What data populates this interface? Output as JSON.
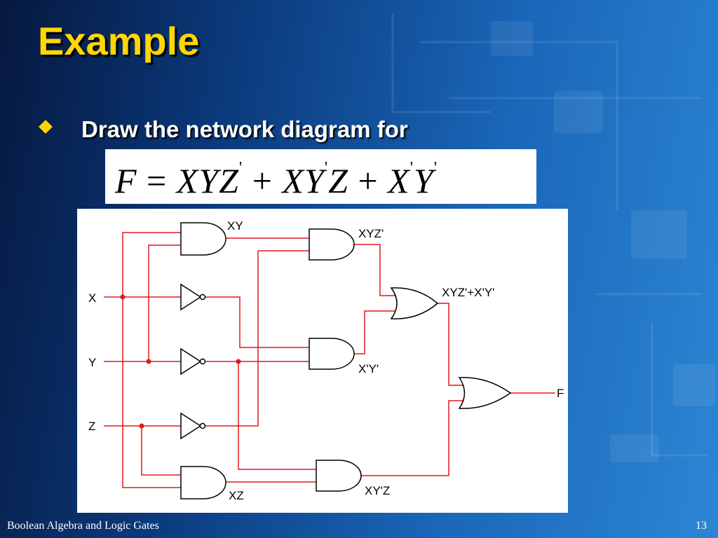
{
  "slide": {
    "title": "Example",
    "bullet": "Draw the network diagram for",
    "formula": {
      "lhs": "F",
      "eq": "=",
      "term1": "XYZ",
      "term1_prime": "'",
      "plus1": "+",
      "term2a": "XY",
      "term2_prime": "'",
      "term2b": "Z",
      "plus2": "+",
      "term3a": "X",
      "term3a_prime": "'",
      "term3b": "Y",
      "term3b_prime": "'"
    },
    "footer_left": "Boolean Algebra and Logic Gates",
    "page_number": "13"
  },
  "diagram": {
    "inputs": [
      "X",
      "Y",
      "Z"
    ],
    "labels": {
      "xy": "XY",
      "xyz_prime": "XYZ'",
      "sum_label": "XYZ'+X'Y'",
      "xpyp": "X'Y'",
      "output": "F",
      "xz": "XZ",
      "xypz": "XY'Z"
    },
    "wire_color": "#e0191e",
    "gate_color": "#000000"
  }
}
